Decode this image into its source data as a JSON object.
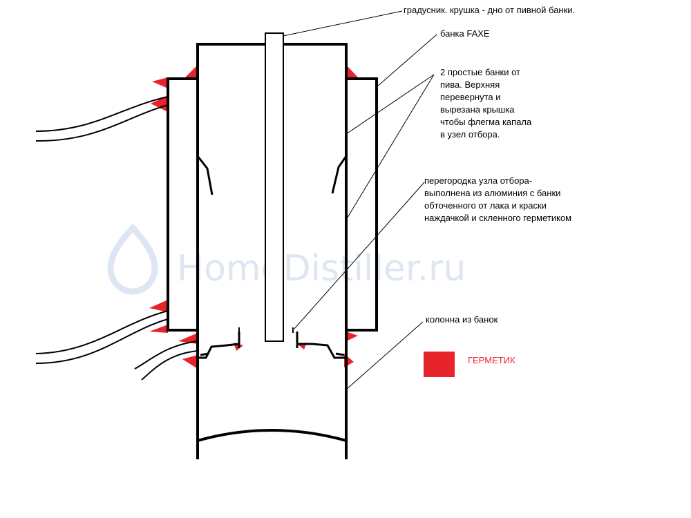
{
  "watermark": {
    "text": "HomeDistiller.ru",
    "color": "#dde6f2"
  },
  "labels": {
    "thermometer": "градусник. крушка - дно от пивной банки.",
    "faxe_can": "банка FAXE",
    "beer_cans": [
      "2 простые банки от",
      "пива. Верхняя",
      "перевернута и",
      "вырезана крышка",
      "чтобы флегма капала",
      "в узел отбора."
    ],
    "partition": [
      "перегородка узла отбора-",
      "выполнена из алюминия с банки",
      "обточенного от лака и краски",
      "наждачкой и скленного герметиком"
    ],
    "column": "колонна из банок"
  },
  "legend": {
    "label": "ГЕРМЕТИК",
    "color": "#e8242b",
    "text_color": "#e8242b"
  },
  "colors": {
    "outline": "#000000",
    "sealant": "#e8242b",
    "leader": "#000000"
  }
}
